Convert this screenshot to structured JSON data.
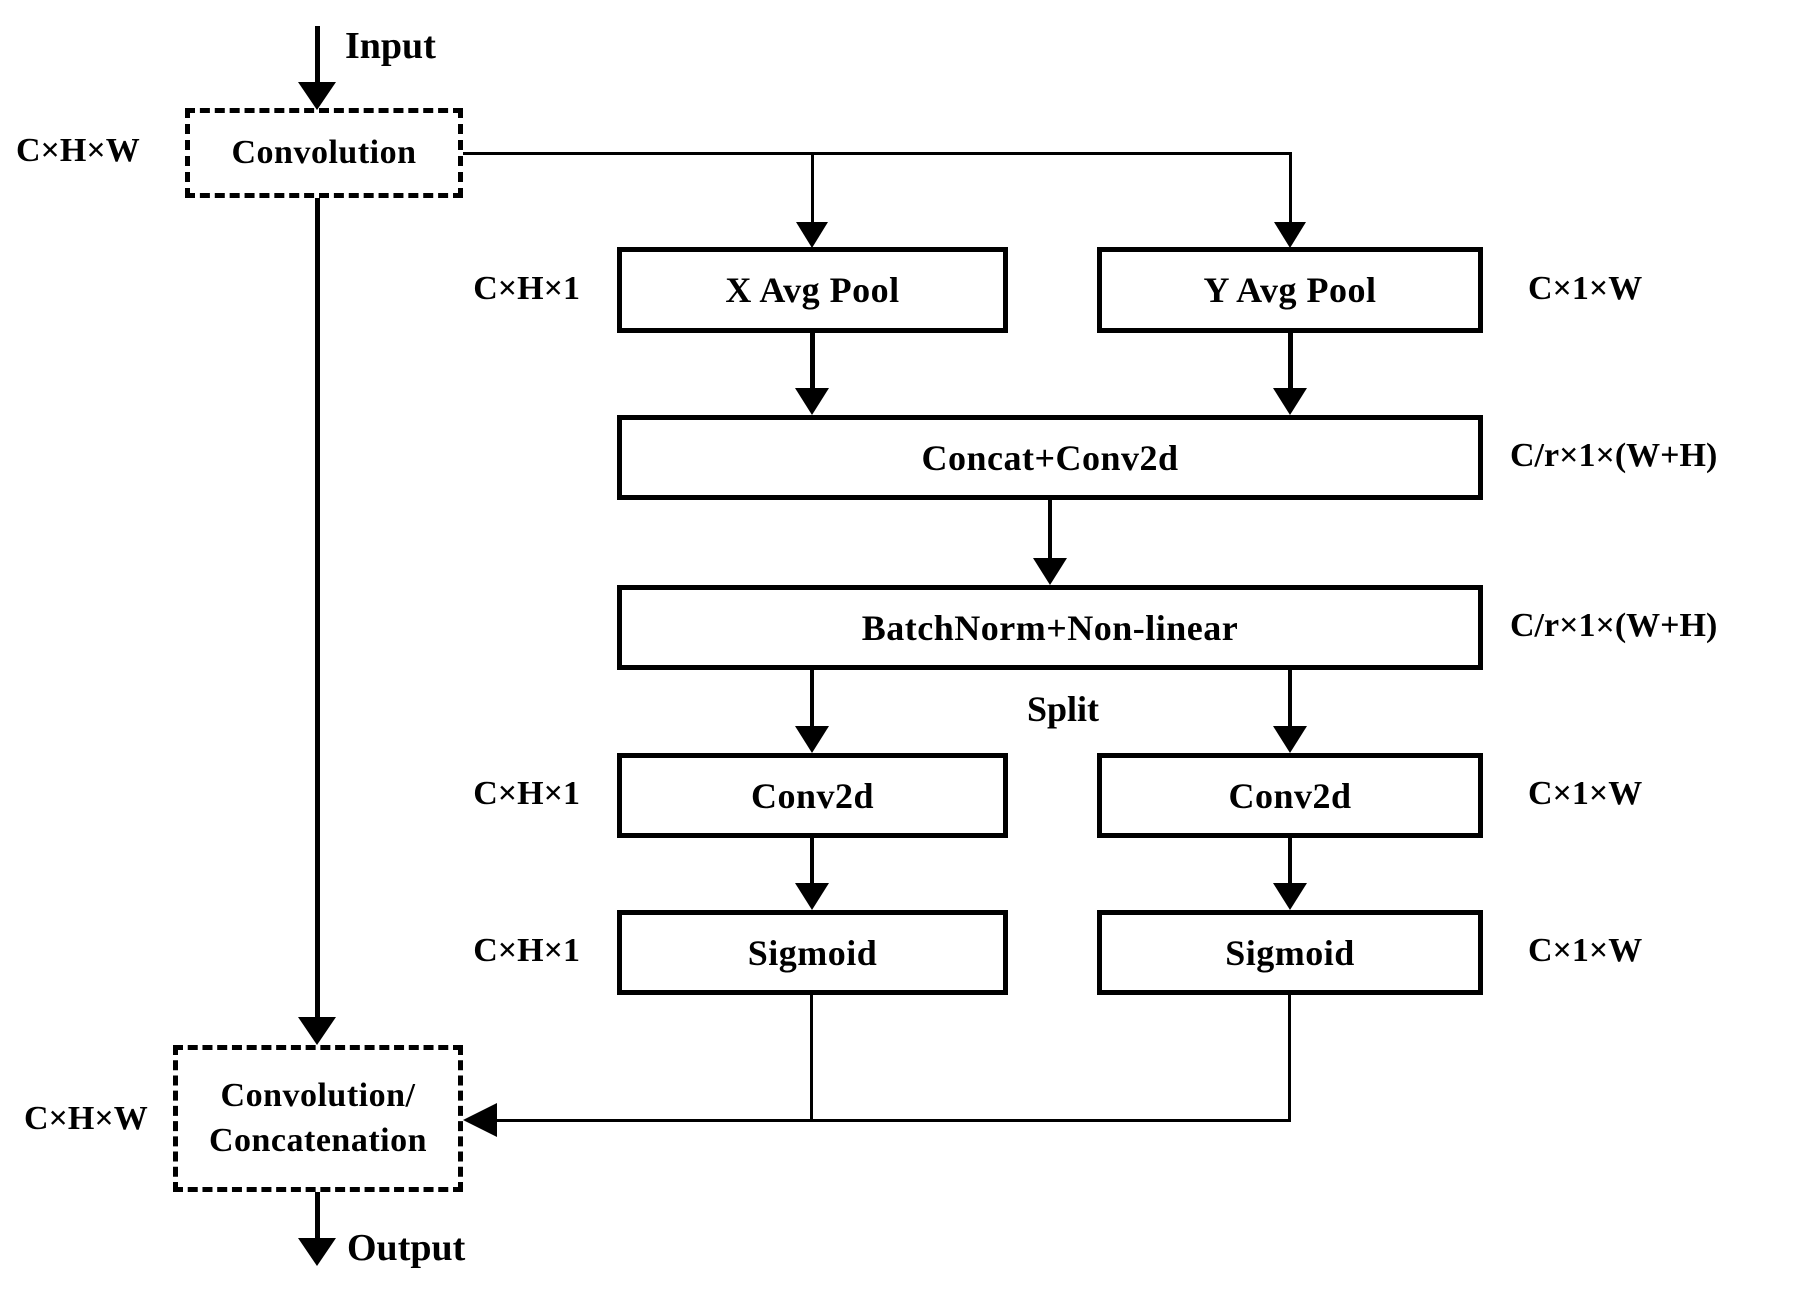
{
  "diagram": {
    "title_semantic": "Coordinate attention block diagram",
    "flow": {
      "input_label": "Input",
      "output_label": "Output",
      "split_label": "Split"
    },
    "nodes": {
      "convolution": "Convolution",
      "x_avg_pool": "X Avg Pool",
      "y_avg_pool": "Y Avg Pool",
      "concat_conv2d": "Concat+Conv2d",
      "batchnorm_nonlinear": "BatchNorm+Non-linear",
      "conv2d_left": "Conv2d",
      "conv2d_right": "Conv2d",
      "sigmoid_left": "Sigmoid",
      "sigmoid_right": "Sigmoid",
      "conv_concat_line1": "Convolution/",
      "conv_concat_line2": "Concatenation"
    },
    "dims": {
      "chw_top": "C×H×W",
      "chx1_pool": "C×H×1",
      "c1w_pool": "C×1×W",
      "cr_concat": "C/r×1×(W+H)",
      "cr_batchnorm": "C/r×1×(W+H)",
      "chx1_conv2d": "C×H×1",
      "c1w_conv2d": "C×1×W",
      "chx1_sigmoid": "C×H×1",
      "c1w_sigmoid": "C×1×W",
      "chw_bottom": "C×H×W"
    },
    "colors": {
      "line": "#000000",
      "background": "#ffffff",
      "text": "#000000"
    }
  }
}
